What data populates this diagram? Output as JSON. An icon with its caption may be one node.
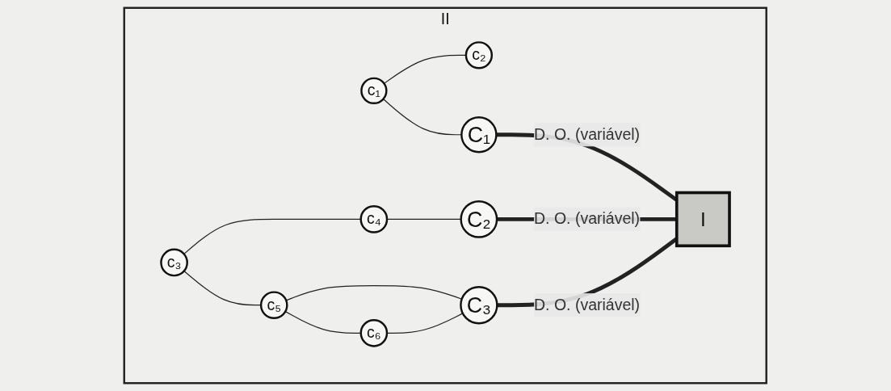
{
  "diagram": {
    "nodes": [
      {
        "text": [
          "II"
        ]
      },
      {
        "text": [
          "c₁"
        ],
        "in": 0
      },
      {
        "text": [
          "c₂"
        ],
        "in": 0
      },
      {
        "text": [
          "C₁"
        ],
        "in": 0
      },
      {
        "text": [
          "c₃"
        ],
        "in": 0
      },
      {
        "text": [
          "c₄"
        ],
        "in": 0
      },
      {
        "text": [
          "C₂"
        ],
        "in": 0
      },
      {
        "text": [
          "c₅"
        ],
        "in": 0
      },
      {
        "text": [
          "C₃"
        ],
        "in": 0
      },
      {
        "text": [
          "c₆"
        ],
        "in": 0
      },
      {
        "text": [
          "I"
        ],
        "in": 0
      }
    ],
    "edges": [
      {
        "from": 1,
        "to": 2,
        "arrow": "none"
      },
      {
        "from": 1,
        "to": 3,
        "arrow": "none"
      },
      {
        "from": 4,
        "to": 5,
        "arrow": "none"
      },
      {
        "from": 5,
        "to": 6,
        "arrow": "none"
      },
      {
        "from": 4,
        "to": 7,
        "arrow": "none"
      },
      {
        "from": 7,
        "to": 9,
        "arrow": "none"
      },
      {
        "from": 7,
        "to": 8,
        "arrow": "none"
      },
      {
        "from": 9,
        "to": 8,
        "arrow": "none"
      },
      {
        "from": 3,
        "to": 10,
        "arrow": "none",
        "label": "D. O. (variável)",
        "style": "thick"
      },
      {
        "from": 6,
        "to": 10,
        "arrow": "none",
        "label": "D. O. (variável)",
        "style": "thick"
      },
      {
        "from": 8,
        "to": 10,
        "arrow": "none",
        "label": "D. O. (variável)",
        "style": "thick"
      }
    ]
  }
}
